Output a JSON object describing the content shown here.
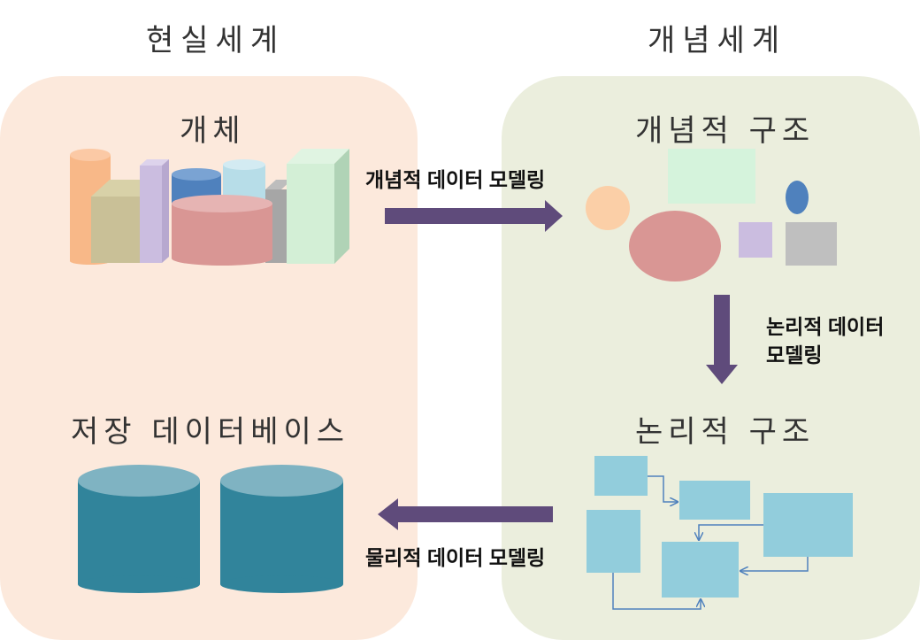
{
  "worlds": {
    "real": "현실세계",
    "concept": "개념세계"
  },
  "stages": {
    "entity": "개체",
    "concept_structure": "개념적 구조",
    "logical_structure": "논리적 구조",
    "storage_db": "저장 데이터베이스"
  },
  "arrows": {
    "conceptual_modeling": "개념적 데이터 모델링",
    "logical_modeling_line1": "논리적 데이터",
    "logical_modeling_line2": "모델링",
    "physical_modeling": "물리적 데이터 모델링"
  },
  "colors": {
    "real_panel": "#fce9dc",
    "concept_panel": "#ebeedd",
    "arrow": "#5f4b7b",
    "db_cylinder": "#31849b",
    "db_top": "#7fb3c2",
    "logical_box": "#92cddc",
    "connector": "#4f81bd"
  }
}
